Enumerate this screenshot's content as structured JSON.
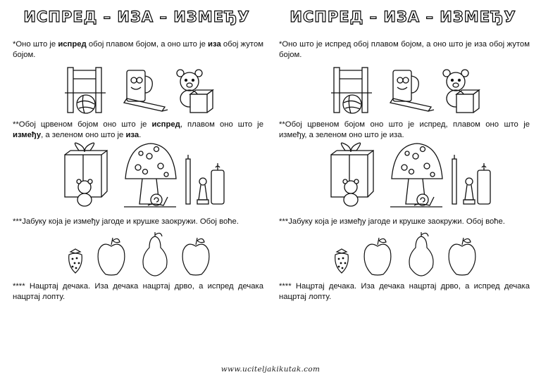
{
  "title": "ИСПРЕД – ИЗА – ИЗМЕЂУ",
  "left": {
    "task1": {
      "p1": "*Оно што је ",
      "b1": "испред",
      "p2": " обој плавом бојом, а оно што је ",
      "b2": "иза",
      "p3": " обој жутом бојом."
    },
    "task2": {
      "p1": "**Обој црвеном бојом оно што је ",
      "b1": "испред",
      "p2": ", плавом оно што је ",
      "b2": "између",
      "p3": ", а зеленом оно што је ",
      "b3": "иза",
      "p4": "."
    },
    "task3": "***Јабуку која је између јагоде и крушке заокружи. Обој воће.",
    "task4": "**** Нацртај  дечака. Иза дечака нацртај дрво, а испред дечака нацртај лопту."
  },
  "right": {
    "task1": "*Оно што је испред обој плавом бојом, а оно што је иза обој жутом бојом.",
    "task2": "**Обој црвеном бојом оно што је испред, плавом оно што је између, а зеленом оно што је иза.",
    "task3": "***Јабуку која је између јагоде и крушке заокружи. Обој воће.",
    "task4": "**** Нацртај  дечака. Иза дечака нацртај дрво, а испред дечака нацртај лопту."
  },
  "footer": "www.uciteljakikutak.com",
  "icons": [
    "chair-ball-icon",
    "cup-pencil-icon",
    "teddy-box-icon",
    "gift-doll-icon",
    "mushroom-snail-icon",
    "candle-pawn-icon",
    "strawberry-icon",
    "apple-icon",
    "pear-icon"
  ]
}
